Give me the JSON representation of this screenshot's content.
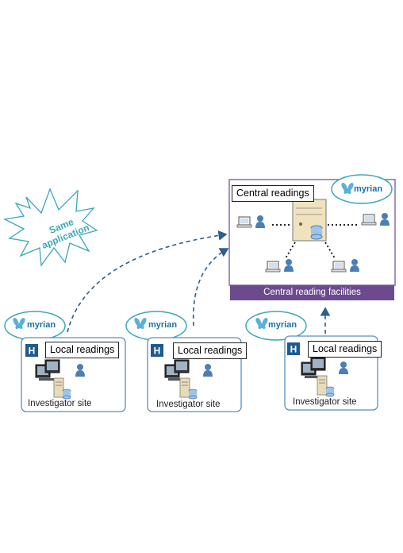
{
  "starburst": {
    "line1": "Same",
    "line2": "application"
  },
  "central": {
    "readings_label": "Central readings",
    "facility_label": "Central reading facilities",
    "logo_text": "myrian"
  },
  "sites": [
    {
      "readings_label": "Local readings",
      "caption": "Investigator site",
      "logo_text": "myrian",
      "hospital_letter": "H"
    },
    {
      "readings_label": "Local readings",
      "caption": "Investigator site",
      "logo_text": "myrian",
      "hospital_letter": "H"
    },
    {
      "readings_label": "Local readings",
      "caption": "Investigator site",
      "logo_text": "myrian",
      "hospital_letter": "H"
    }
  ],
  "colors": {
    "accent_teal": "#3aa8b8",
    "facility_purple": "#6b4a8e",
    "arrow_blue": "#2d5f8a",
    "person_blue": "#4a7fb5"
  }
}
